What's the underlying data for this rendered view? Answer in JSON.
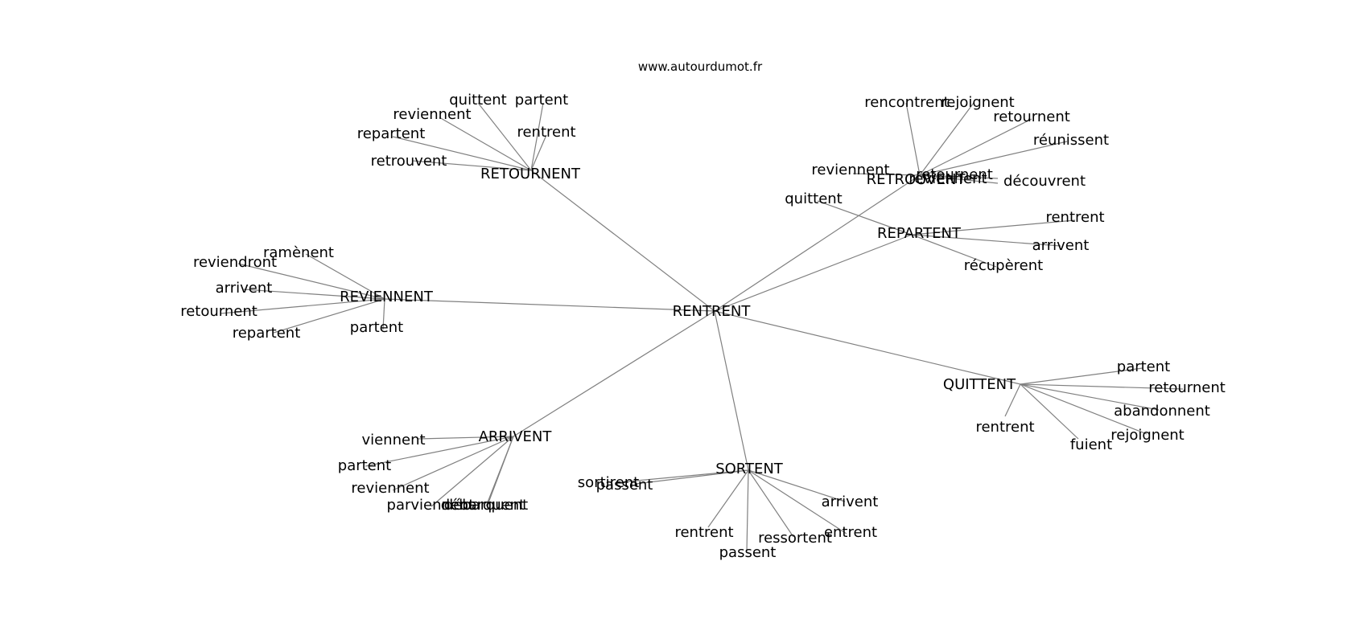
{
  "watermark": "www.autourdumot.fr",
  "colors": {
    "edge": "#808080",
    "text": "#000000",
    "background": "#ffffff"
  },
  "graph": {
    "center": "RENTRENT",
    "hubs": [
      {
        "id": "retournent_hub",
        "label": "RETOURNENT",
        "leaves": [
          "quittent",
          "partent",
          "reviennent",
          "repartent",
          "rentrent",
          "retrouvent"
        ]
      },
      {
        "id": "retrouvent_hub",
        "label": "RETROUVENT",
        "leaves": [
          "rencontrent",
          "rejoignent",
          "retournent",
          "réunissent",
          "reviennent",
          "reviennent",
          "retournent",
          "découvrent"
        ]
      },
      {
        "id": "repartent_hub",
        "label": "REPARTENT",
        "leaves": [
          "quittent",
          "rentrent",
          "arrivent",
          "récupèrent"
        ]
      },
      {
        "id": "reviennent_hub",
        "label": "REVIENNENT",
        "leaves": [
          "ramènent",
          "reviendront",
          "arrivent",
          "retournent",
          "repartent",
          "partent"
        ]
      },
      {
        "id": "quittent_hub",
        "label": "QUITTENT",
        "leaves": [
          "partent",
          "retournent",
          "abandonnent",
          "rentrent",
          "rejoignent",
          "fuient"
        ]
      },
      {
        "id": "arrivent_hub",
        "label": "ARRIVENT",
        "leaves": [
          "viennent",
          "partent",
          "reviennent",
          "parviennent",
          "débarquent",
          "débarquent"
        ]
      },
      {
        "id": "sortent_hub",
        "label": "SORTENT",
        "leaves": [
          "sortirent",
          "passent",
          "arrivent",
          "rentrent",
          "entrent",
          "ressortent",
          "passent"
        ]
      }
    ]
  }
}
